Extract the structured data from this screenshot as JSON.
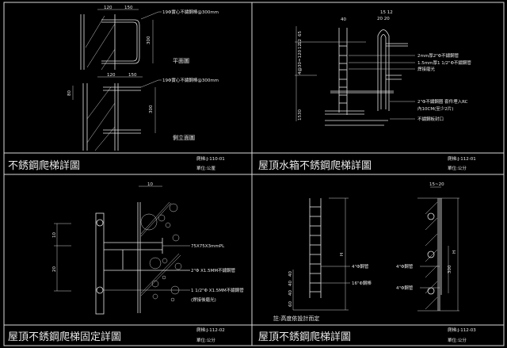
{
  "panels": [
    {
      "title": "不銹鋼爬梯詳圖",
      "code": "爬梯:J-110-01",
      "unit": "單位:公厘",
      "labels": {
        "rod_plan": "19Φ實心不鏽鋼棒@300mm",
        "rod_elev": "19Φ實心不鏽鋼棒@300mm",
        "plan_view": "平面圖",
        "side_view": "側立面圖"
      },
      "dims": {
        "a1": "120",
        "b1": "150",
        "h1": "300",
        "a2": "120",
        "b2": "150",
        "h2": "300",
        "e2": "80"
      }
    },
    {
      "title": "屋頂水箱不銹鋼爬梯詳圖",
      "code": "爬梯:J-112-01",
      "unit": "單位:公分",
      "labels": {
        "pipe2": "2mm厚2\"Φ不鏽鋼管",
        "pipe15": "1.5mm厚1 1/2\"Φ不鏽鋼管",
        "weld": "焊接磨光",
        "ring": "2\"Φ不鏽鋼圈 套件埋入RC",
        "ring2": "內10CM(至少2片)",
        "cap": "不鏽鋼板封口"
      },
      "dims": {
        "w": "40",
        "top": "15 12",
        "top2": "20 20",
        "d65": "65",
        "d12a": "12",
        "d12b": "12",
        "d120": "4@30=120",
        "d30": "30",
        "d15": "15"
      }
    },
    {
      "title": "屋頂不銹鋼爬梯固定詳圖",
      "code": "爬梯:J-112-02",
      "unit": "單位:公分",
      "labels": {
        "plate": "75X75X3mmPL",
        "pipe2": "2\"Φ X1.5MM不鏽鋼管",
        "pipe15": "1 1/2\"Φ X1.5MM不鏽鋼管",
        "weld": "(焊接後磨光)"
      },
      "dims": {
        "top": "10",
        "v10": "10",
        "v20": "20"
      }
    },
    {
      "title": "屋頂不銹鋼爬梯詳圖",
      "code": "爬梯:J-112-03",
      "unit": "單位:公分",
      "labels": {
        "pipe4a": "4\"Φ鋼管",
        "rod16": "16\"Φ鋼棒",
        "pipe4b": "4\"Φ鋼管",
        "pipe4c": "4\"Φ鋼管",
        "note": "註:高度依設計而定"
      },
      "dims": {
        "h1": "H",
        "h2": "H",
        "gap": "15~20",
        "s300": "300",
        "d40a": "40",
        "d40b": "40",
        "d40c": "40",
        "d60": "60"
      }
    }
  ],
  "colors": {
    "background": "#000000",
    "lines": "#e6e6e6"
  }
}
